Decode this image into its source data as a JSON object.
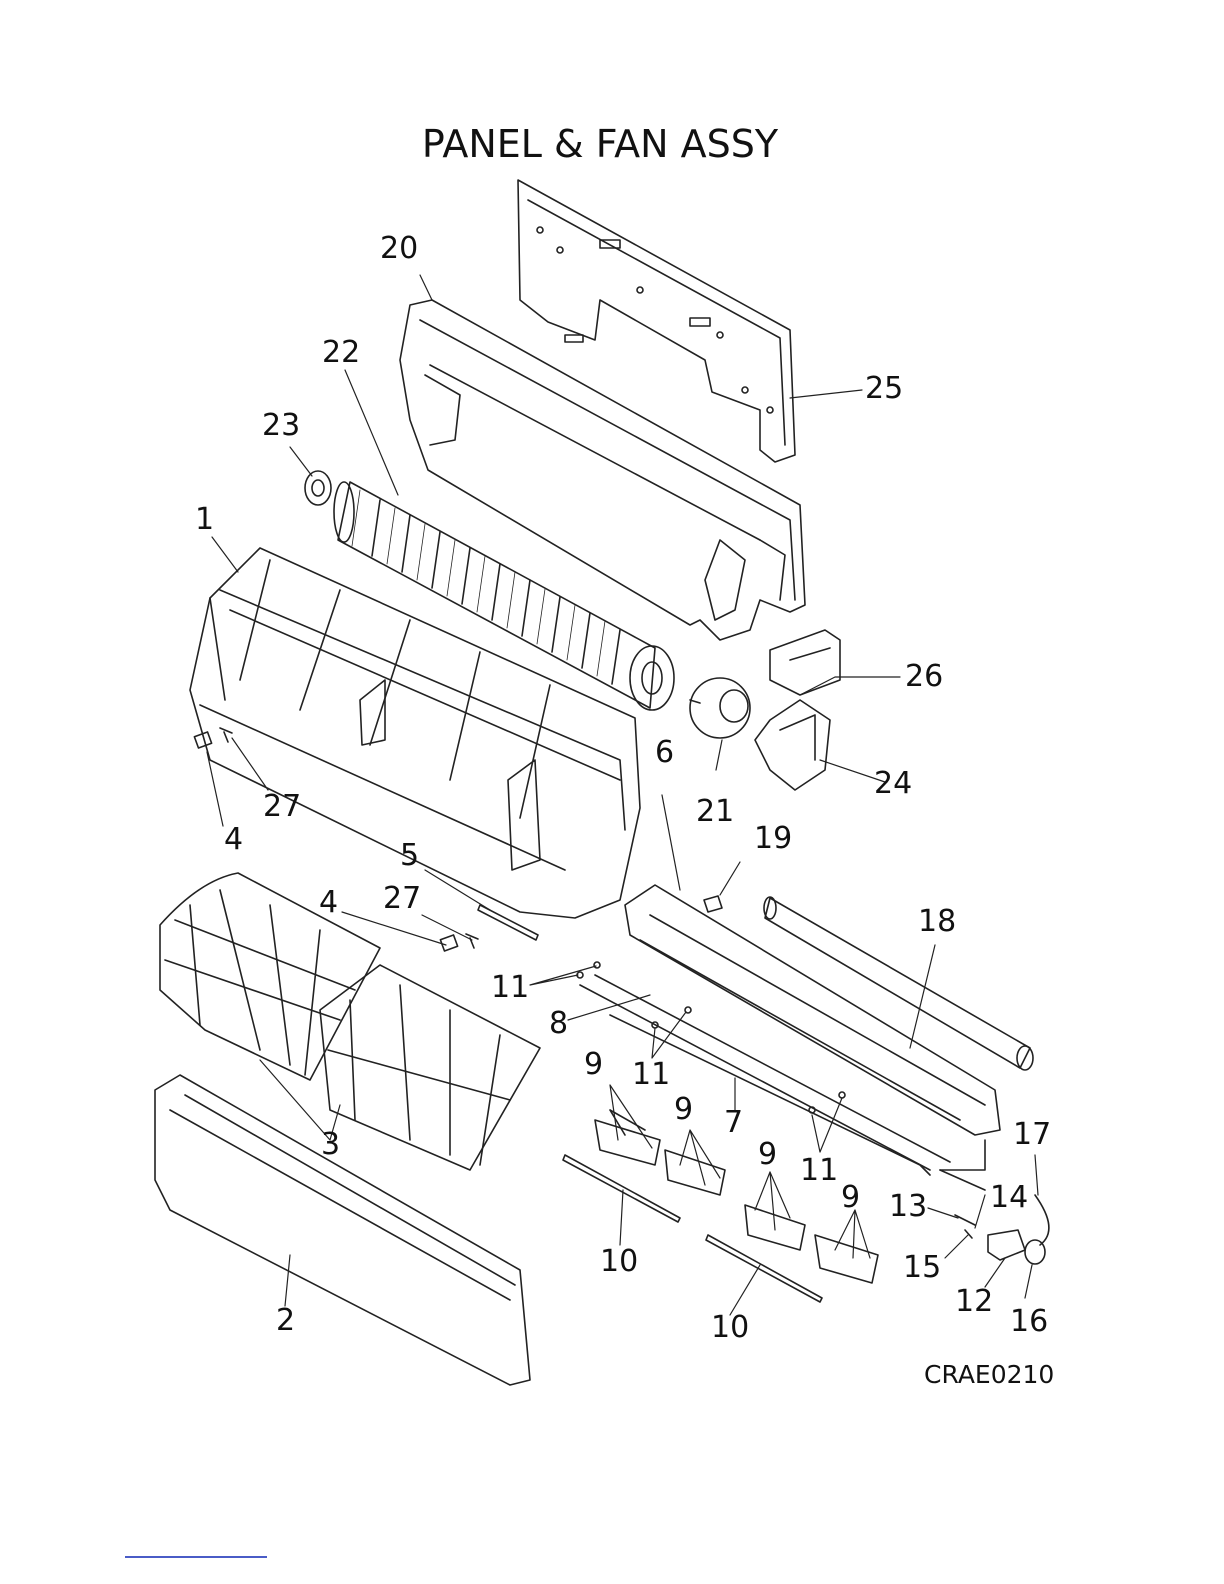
{
  "title": "PANEL & FAN ASSY",
  "drawing_code": "CRAE0210",
  "callouts": [
    {
      "id": "c20a",
      "label": "20"
    },
    {
      "id": "c22",
      "label": "22"
    },
    {
      "id": "c25",
      "label": "25"
    },
    {
      "id": "c23",
      "label": "23"
    },
    {
      "id": "c1",
      "label": "1"
    },
    {
      "id": "c26",
      "label": "26"
    },
    {
      "id": "c6",
      "label": "6"
    },
    {
      "id": "c24",
      "label": "24"
    },
    {
      "id": "c21",
      "label": "21"
    },
    {
      "id": "c27a",
      "label": "27"
    },
    {
      "id": "c4a",
      "label": "4"
    },
    {
      "id": "c19",
      "label": "19"
    },
    {
      "id": "c5",
      "label": "5"
    },
    {
      "id": "c4b",
      "label": "4"
    },
    {
      "id": "c27b",
      "label": "27"
    },
    {
      "id": "c18",
      "label": "18"
    },
    {
      "id": "c11a",
      "label": "11"
    },
    {
      "id": "c8",
      "label": "8"
    },
    {
      "id": "c9a",
      "label": "9"
    },
    {
      "id": "c11b",
      "label": "11"
    },
    {
      "id": "c9b",
      "label": "9"
    },
    {
      "id": "c7",
      "label": "7"
    },
    {
      "id": "c3",
      "label": "3"
    },
    {
      "id": "c17",
      "label": "17"
    },
    {
      "id": "c9c",
      "label": "9"
    },
    {
      "id": "c11c",
      "label": "11"
    },
    {
      "id": "c9d",
      "label": "9"
    },
    {
      "id": "c14",
      "label": "14"
    },
    {
      "id": "c13",
      "label": "13"
    },
    {
      "id": "c10a",
      "label": "10"
    },
    {
      "id": "c15",
      "label": "15"
    },
    {
      "id": "c12",
      "label": "12"
    },
    {
      "id": "c16",
      "label": "16"
    },
    {
      "id": "c2",
      "label": "2"
    },
    {
      "id": "c10b",
      "label": "10"
    }
  ]
}
